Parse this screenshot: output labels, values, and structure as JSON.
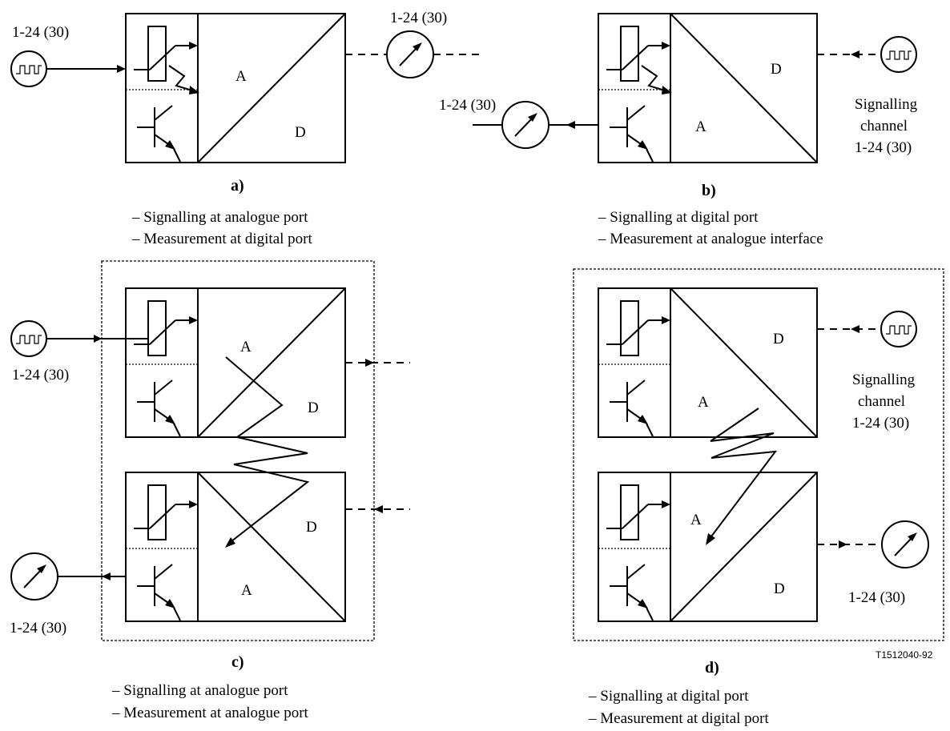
{
  "panels": {
    "a": {
      "caption": "a)",
      "line1": "– Signalling at analogue port",
      "line2": "– Measurement at digital port",
      "gen_label": "1-24 (30)",
      "meter_label": "1-24 (30)",
      "label_a": "A",
      "label_d": "D"
    },
    "b": {
      "caption": "b)",
      "line1": "– Signalling at digital port",
      "line2": "– Measurement at analogue interface",
      "meter_label": "1-24 (30)",
      "label_a": "A",
      "label_d": "D",
      "signalling_1": "Signalling",
      "signalling_2": "channel",
      "signalling_3": "1-24 (30)"
    },
    "c": {
      "caption": "c)",
      "line1": "– Signalling at analogue port",
      "line2": "– Measurement at analogue port",
      "gen_label": "1-24 (30)",
      "meter_label": "1-24 (30)",
      "top_a": "A",
      "top_d": "D",
      "bot_d": "D",
      "bot_a": "A"
    },
    "d": {
      "caption": "d)",
      "line1": "– Signalling at digital port",
      "line2": "– Measurement at digital port",
      "meter_label": "1-24 (30)",
      "top_d": "D",
      "top_a": "A",
      "bot_a": "A",
      "bot_d": "D",
      "signalling_1": "Signalling",
      "signalling_2": "channel",
      "signalling_3": "1-24 (30)"
    }
  },
  "figure_code": "T1512040-92"
}
